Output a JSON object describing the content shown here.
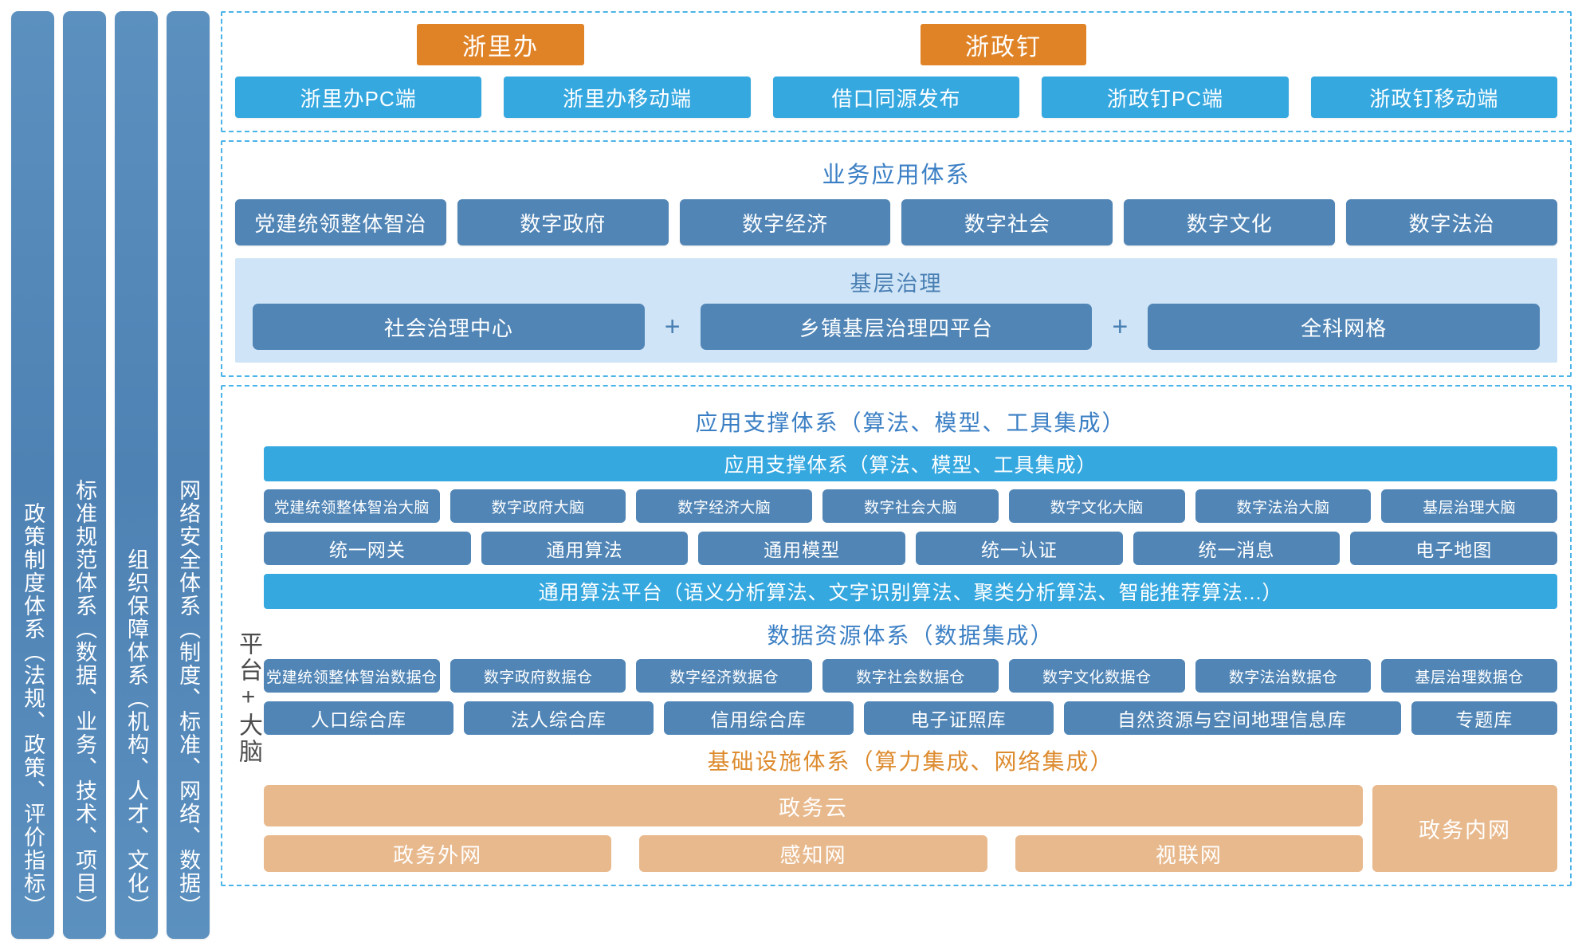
{
  "pillars": [
    {
      "label": "政策制度体系（法规、政策、评价指标）"
    },
    {
      "label": "标准规范体系（数据、业务、技术、项目）"
    },
    {
      "label": "组织保障体系（机构、人才、文化）"
    },
    {
      "label": "网络安全体系（制度、标准、网络、数据）"
    }
  ],
  "channels": {
    "tags": [
      {
        "label": "浙里办"
      },
      {
        "label": "浙政钉"
      }
    ],
    "buttons": [
      {
        "label": "浙里办PC端"
      },
      {
        "label": "浙里办移动端"
      },
      {
        "label": "借口同源发布"
      },
      {
        "label": "浙政钉PC端"
      },
      {
        "label": "浙政钉移动端"
      }
    ]
  },
  "business": {
    "title": "业务应用体系",
    "apps": [
      {
        "label": "党建统领整体智治"
      },
      {
        "label": "数字政府"
      },
      {
        "label": "数字经济"
      },
      {
        "label": "数字社会"
      },
      {
        "label": "数字文化"
      },
      {
        "label": "数字法治"
      }
    ],
    "grassroots": {
      "title": "基层治理",
      "items": [
        {
          "label": "社会治理中心"
        },
        {
          "label": "乡镇基层治理四平台"
        },
        {
          "label": "全科网格"
        }
      ],
      "connector": "+"
    }
  },
  "platform": {
    "side_label": "平台+大脑",
    "support": {
      "title": "应用支撑体系（算法、模型、工具集成）",
      "bar_label": "应用支撑体系（算法、模型、工具集成）",
      "brains": [
        {
          "label": "党建统领整体智治大脑"
        },
        {
          "label": "数字政府大脑"
        },
        {
          "label": "数字经济大脑"
        },
        {
          "label": "数字社会大脑"
        },
        {
          "label": "数字文化大脑"
        },
        {
          "label": "数字法治大脑"
        },
        {
          "label": "基层治理大脑"
        }
      ],
      "services": [
        {
          "label": "统一网关"
        },
        {
          "label": "通用算法"
        },
        {
          "label": "通用模型"
        },
        {
          "label": "统一认证"
        },
        {
          "label": "统一消息"
        },
        {
          "label": "电子地图"
        }
      ],
      "algorithm_bar": "通用算法平台（语义分析算法、文字识别算法、聚类分析算法、智能推荐算法...）"
    },
    "data": {
      "title": "数据资源体系（数据集成）",
      "warehouses": [
        {
          "label": "党建统领整体智治数据仓"
        },
        {
          "label": "数字政府数据仓"
        },
        {
          "label": "数字经济数据仓"
        },
        {
          "label": "数字社会数据仓"
        },
        {
          "label": "数字文化数据仓"
        },
        {
          "label": "数字法治数据仓"
        },
        {
          "label": "基层治理数据仓"
        }
      ],
      "libraries": [
        {
          "label": "人口综合库",
          "flex": 1
        },
        {
          "label": "法人综合库",
          "flex": 1
        },
        {
          "label": "信用综合库",
          "flex": 1
        },
        {
          "label": "电子证照库",
          "flex": 1
        },
        {
          "label": "自然资源与空间地理信息库",
          "flex": 1.85
        },
        {
          "label": "专题库",
          "flex": 0.75
        }
      ]
    },
    "infra": {
      "title": "基础设施体系（算力集成、网络集成）",
      "cloud": {
        "label": "政务云"
      },
      "networks": [
        {
          "label": "政务外网"
        },
        {
          "label": "感知网"
        },
        {
          "label": "视联网"
        }
      ],
      "intranet": {
        "label": "政务内网"
      }
    }
  },
  "colors": {
    "pillar_blue": "#5085b6",
    "channel_blue": "#35a8e0",
    "app_blue": "#5085b6",
    "grass_panel": "#cfe5f7",
    "orange_tag": "#e08326",
    "infra_tan": "#e8b98d",
    "dashed_border": "#4ab3e8",
    "title_blue": "#3b7fc4",
    "title_orange": "#dd8b2e"
  }
}
